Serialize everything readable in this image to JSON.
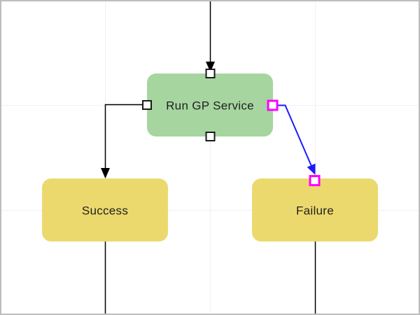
{
  "canvas": {
    "background": "#ffffff",
    "border_color": "#bdbdbd",
    "grid_color": "#f1f1f1"
  },
  "colors": {
    "process_node_fill": "#a6d5a0",
    "terminal_node_fill": "#ecd96d",
    "edge_stroke": "#000000",
    "selected_edge_stroke": "#1a1aff",
    "selection_handle_stroke": "#ff00ff",
    "port_stroke": "#1a1a1a",
    "label_color": "#1f1f1f"
  },
  "nodes": [
    {
      "label": "Run GP Service",
      "type": "process"
    },
    {
      "label": "Success",
      "type": "terminal"
    },
    {
      "label": "Failure",
      "type": "terminal"
    }
  ],
  "edges": [
    {
      "from": "offscreen-top",
      "to": "Run GP Service",
      "selected": false
    },
    {
      "from": "Run GP Service",
      "to": "Success",
      "selected": false
    },
    {
      "from": "Run GP Service",
      "to": "Failure",
      "selected": true
    },
    {
      "from": "Success",
      "to": "offscreen-bottom",
      "selected": false
    },
    {
      "from": "Failure",
      "to": "offscreen-bottom",
      "selected": false
    }
  ]
}
